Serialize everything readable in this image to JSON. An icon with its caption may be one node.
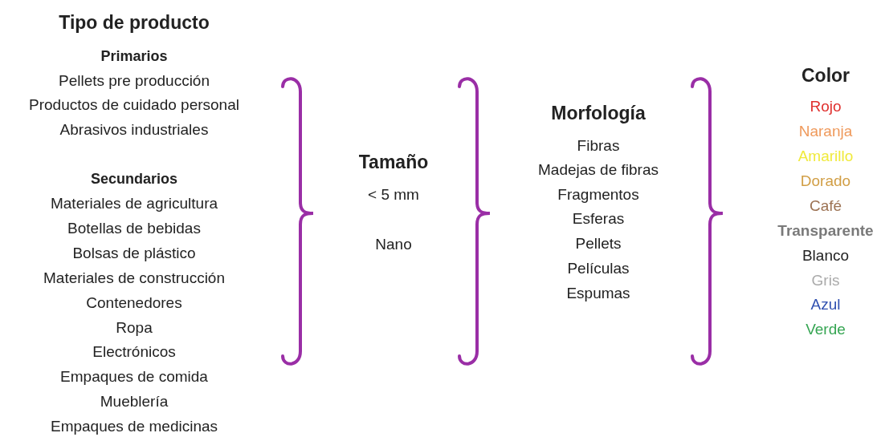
{
  "diagram": {
    "labels": [
      "Tipo de producto",
      "Primarios",
      "Pellets pre producción",
      "Productos de cuidado personal",
      "Abrasivos industriales",
      "Secundarios",
      "Materiales de agricultura",
      "Botellas de bebidas",
      "Bolsas de plástico",
      "Materiales de construcción",
      "Contenedores",
      "Ropa",
      "Electrónicos",
      "Empaques de comida",
      "Mueblería",
      "Empaques de medicinas",
      "Tamaño",
      "< 5 mm",
      "Nano",
      "Morfología",
      "Fibras",
      "Madejas de fibras",
      "Fragmentos",
      "Esferas",
      "Pellets",
      "Películas",
      "Espumas",
      "Color",
      "Rojo",
      "Naranja",
      "Amarillo",
      "Dorado",
      "Café",
      "Transparente",
      "Blanco",
      "Gris",
      "Azul",
      "Verde"
    ]
  }
}
